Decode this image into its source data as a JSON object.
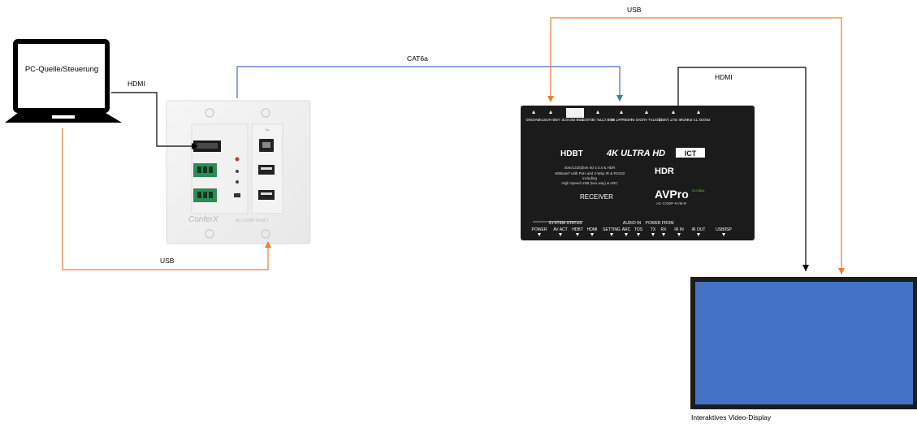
{
  "laptop": {
    "label": "PC-Quelle/Steuerung",
    "icon": "laptop-icon"
  },
  "wallplate": {
    "brand": "ConferX",
    "model": "AC-CXWP-KVM-T",
    "icon": "wall-plate-transmitter-icon"
  },
  "receiver": {
    "icon": "hdbaset-receiver-icon",
    "top_ports": [
      "48V/GND",
      "USB HOST",
      "USB DEVICE",
      "USB CTRL SELECT",
      "HDBaseT IN",
      "DIGITAL AUDIO IN",
      "HDMI OUT (ARC)",
      "RS232 TX RX"
    ],
    "logo_hdbt": "HDBT",
    "logo_4k": "4K ULTRA HD",
    "logo_ict": "ICT",
    "logo_hdr": "HDR",
    "spec_lines": [
      "40m/131ft@4K 60 4:4:4 & HDR",
      "HDBaseT with PoH and 2-Way IR & RS232",
      "including",
      "High Speed USB (two way) & ARC"
    ],
    "device_name": "RECEIVER",
    "brand": "AVPro",
    "brand_sub": "GLOBAL",
    "model": "AC-CXWP-KVM-R",
    "group_system_status": "SYSTEM STATUS",
    "group_audio_in": "AUDIO IN",
    "group_power_from": "POWER FROM",
    "bottom_ports": [
      "POWER",
      "AV ACT",
      "HDBT",
      "HDMI",
      "SETTING",
      "ARC",
      "TOS",
      "TX",
      "RX",
      "IR IN",
      "IR OUT",
      "USB/ISP"
    ]
  },
  "display": {
    "label": "Interaktives Video-Display",
    "screen_color": "#4472c4",
    "icon": "display-screen-icon"
  },
  "connections": {
    "hdmi_laptop": "HDMI",
    "usb_laptop": "USB",
    "cat6a": "CAT6a",
    "usb_display": "USB",
    "hdmi_display": "HDMI"
  },
  "colors": {
    "usb": "#ed7d31",
    "cat6a": "#4472c4",
    "hdmi": "#000000"
  }
}
